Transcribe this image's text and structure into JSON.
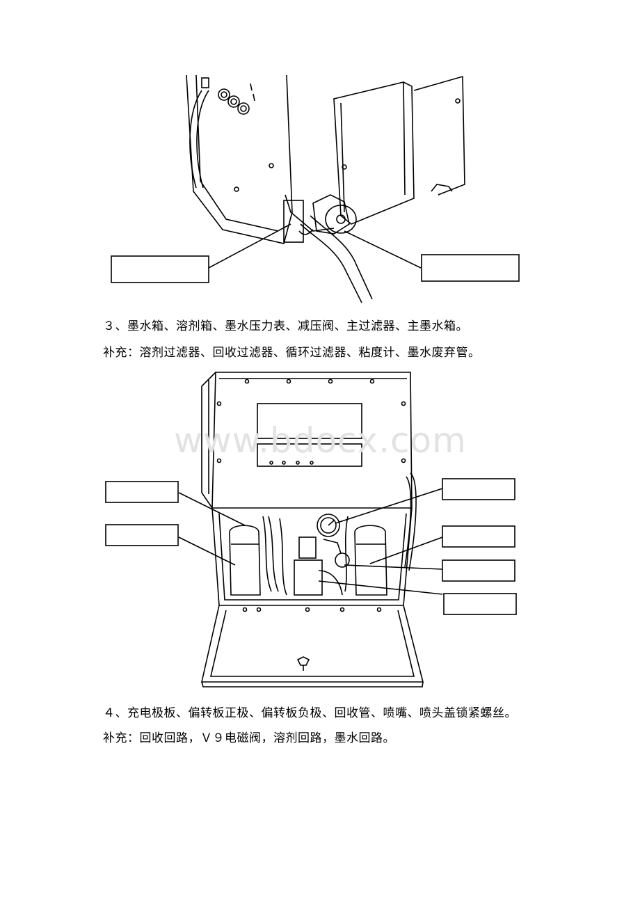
{
  "section3": {
    "heading": "３、墨水箱、溶剂箱、墨水压力表、减压阀、主过滤器、主墨水箱。",
    "supplement": "补充：溶剂过滤器、回收过滤器、循环过滤器、粘度计、墨水废弃管。"
  },
  "section4": {
    "heading": "４、充电极板、偏转板正极、偏转板负极、回收管、喷嘴、喷头盖锁紧螺丝。",
    "supplement": "补充：回收回路，Ｖ９电磁阀，溶剂回路，墨水回路。"
  },
  "watermark": "www.bdocx.com",
  "figure1": {
    "label_boxes": [
      "",
      ""
    ]
  },
  "figure2": {
    "label_boxes": [
      "",
      "",
      "",
      "",
      "",
      ""
    ]
  }
}
